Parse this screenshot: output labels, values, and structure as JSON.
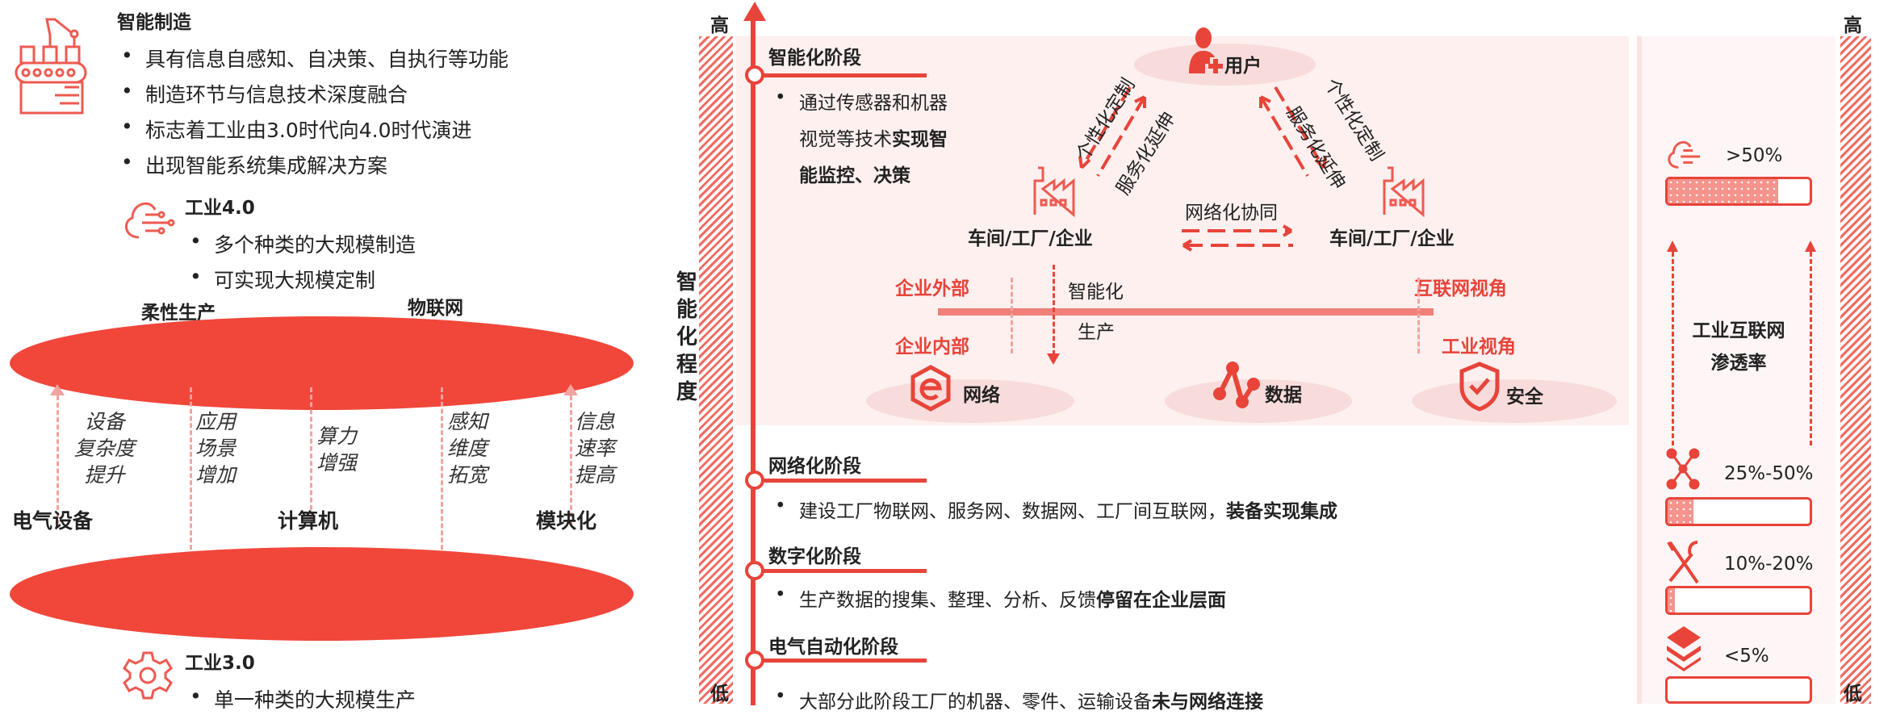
{
  "left": {
    "smart": {
      "title": "智能制造",
      "items": [
        "具有信息自感知、自决策、自执行等功能",
        "制造环节与信息技术深度融合",
        "标志着工业由3.0时代向4.0时代演进",
        "出现智能系统集成解决方案"
      ]
    },
    "i40": {
      "title": "工业4.0",
      "items": [
        "多个种类的大规模制造",
        "可实现大规模定制"
      ]
    },
    "partial_labels": [
      "柔性生产",
      "物联网"
    ],
    "drivers": [
      {
        "lines": [
          "设备",
          "复杂度",
          "提升"
        ]
      },
      {
        "lines": [
          "应用",
          "场景",
          "增加"
        ]
      },
      {
        "lines": [
          "算力",
          "增强"
        ]
      },
      {
        "lines": [
          "感知",
          "维度",
          "拓宽"
        ]
      },
      {
        "lines": [
          "信息",
          "速率",
          "提高"
        ]
      }
    ],
    "bases": [
      "电气设备",
      "计算机",
      "模块化"
    ],
    "i30": {
      "title": "工业3.0",
      "items": [
        "单一种类的大规模生产"
      ]
    }
  },
  "middle": {
    "high": "高",
    "low": "低",
    "axis_label": "智能化程度",
    "stages": [
      {
        "title": "智能化阶段",
        "text": "通过传感器和机器视觉等技术",
        "bold": "实现智能监控、决策"
      },
      {
        "title": "网络化阶段",
        "text": "建设工厂物联网、服务网、数据网、工厂间互联网，",
        "bold": "装备实现集成"
      },
      {
        "title": "数字化阶段",
        "text": "生产数据的搜集、整理、分析、反馈",
        "bold": "停留在企业层面"
      },
      {
        "title": "电气自动化阶段",
        "text": "大部分此阶段工厂的机器、零件、运输设备",
        "bold": "未与网络连接"
      }
    ],
    "stage1_lines": [
      "通过传感器和机器",
      "视觉等技术",
      "实现智",
      "能监控、决策"
    ],
    "diagram": {
      "user": "用户",
      "factory_left": "车间/工厂/企业",
      "factory_right": "车间/工厂/企业",
      "custom": "个性化定制",
      "service": "服务化延伸",
      "collab": "网络化协同",
      "smart": "智能化",
      "production": "生产",
      "ext": "企业外部",
      "int": "企业内部",
      "internet_view": "互联网视角",
      "industry_view": "工业视角",
      "pillars": [
        "网络",
        "数据",
        "安全"
      ]
    }
  },
  "right": {
    "high": "高",
    "low": "低",
    "label": [
      "工业互联网",
      "渗透率"
    ],
    "levels": [
      {
        "label": ">50%",
        "fill": 0.78,
        "icon": "cloud-icon"
      },
      {
        "label": "25%-50%",
        "fill": 0.18,
        "icon": "network-nodes-icon"
      },
      {
        "label": "10%-20%",
        "fill": 0.05,
        "icon": "tools-icon"
      },
      {
        "label": "<5%",
        "fill": 0.0,
        "icon": "layers-icon"
      }
    ]
  },
  "colors": {
    "accent": "#e8443a",
    "pink_bg": "#fdf0ef"
  }
}
